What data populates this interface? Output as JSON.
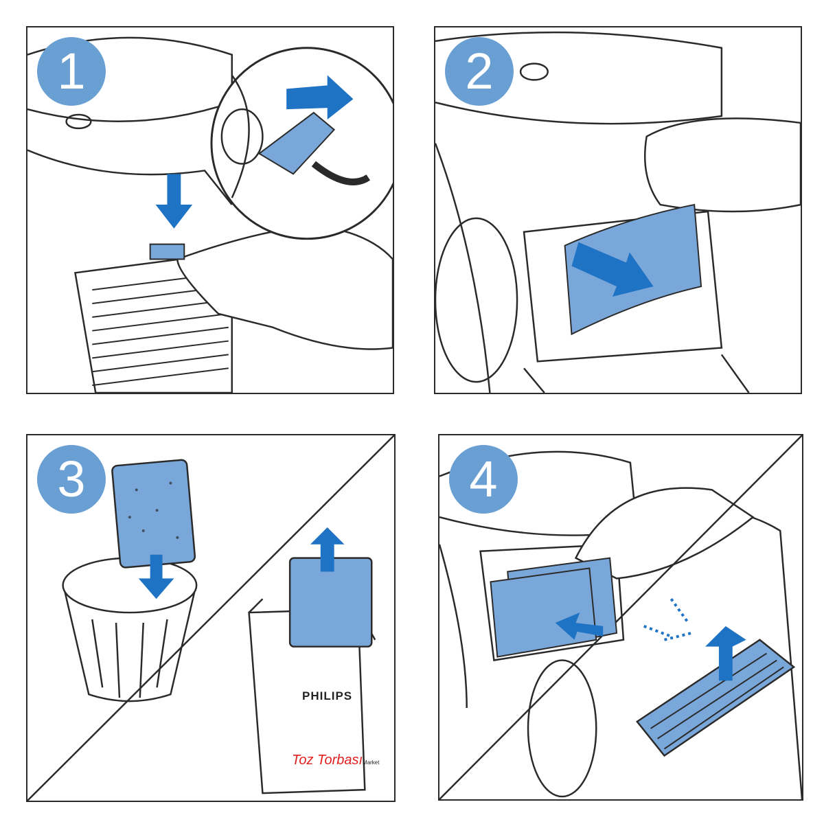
{
  "steps": [
    {
      "number": "1",
      "action": "unplug"
    },
    {
      "number": "2",
      "action": "remove-filter"
    },
    {
      "number": "3",
      "action": "replace-filter"
    },
    {
      "number": "4",
      "action": "insert-filter-close-grille"
    }
  ],
  "box_brand": "PHILIPS",
  "watermark": {
    "main": "Toz Torbası",
    "sub": "Market"
  },
  "colors": {
    "badge": "#6a9fd4",
    "part": "#7aa7d9",
    "arrow": "#1f73c4",
    "line": "#2a2a2a"
  }
}
